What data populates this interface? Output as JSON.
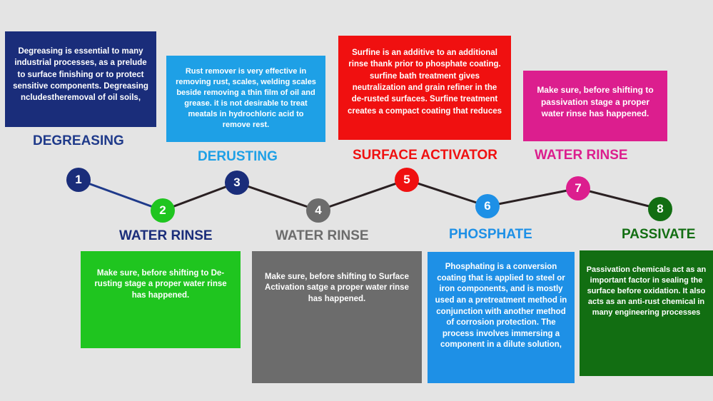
{
  "colors": {
    "background": "#e4e4e4",
    "line_navy": "#1f3a8a",
    "line_dark": "#2a2022",
    "degreasing": "#1a2d7a",
    "derusting": "#1ea0e6",
    "activator": "#f01010",
    "water_rinse_pink": "#dc1e8e",
    "water_rinse_green": "#1fc51f",
    "water_rinse_gray": "#6c6c6c",
    "phosphate": "#1e90e6",
    "passivate": "#126e12"
  },
  "steps": [
    {
      "number": "1",
      "title": "DEGREASING",
      "description": "Degreasing is essential to many industrial processes, as a prelude to surface finishing or to protect sensitive components. Degreasing ncludestheremoval of oil soils,"
    },
    {
      "number": "2",
      "title": "WATER RINSE",
      "description": "Make sure, before shifting to De-rusting stage a proper water rinse has happened."
    },
    {
      "number": "3",
      "title": "DERUSTING",
      "description": "Rust remover is very effective in removing rust, scales, welding scales beside removing a thin film of oil and grease. it is not desirable to treat meatals in hydrochloric acid to remove rest."
    },
    {
      "number": "4",
      "title": "WATER RINSE",
      "description": "Make sure, before shifting to Surface Activation satge a proper water rinse has happened."
    },
    {
      "number": "5",
      "title": "SURFACE ACTIVATOR",
      "description": "Surfine is an additive to an additional rinse thank prior to phosphate coating. surfine bath treatment gives neutralization and grain refiner in the de-rusted surfaces. Surfine treatment creates a compact coating that reduces"
    },
    {
      "number": "6",
      "title": "PHOSPHATE",
      "description": "Phosphating is a conversion coating that is applied to steel or iron components, and is mostly used an a pretreatment method in conjunction with another method of corrosion protection. The process involves immersing a component in a dilute solution,"
    },
    {
      "number": "7",
      "title": "WATER RINSE",
      "description": "Make sure, before shifting to passivation stage a proper water rinse has happened."
    },
    {
      "number": "8",
      "title": "PASSIVATE",
      "description": "Passivation chemicals act as an important factor in sealing the surface before oxidation. It also acts as an anti-rust chemical in many engineering processes"
    }
  ]
}
